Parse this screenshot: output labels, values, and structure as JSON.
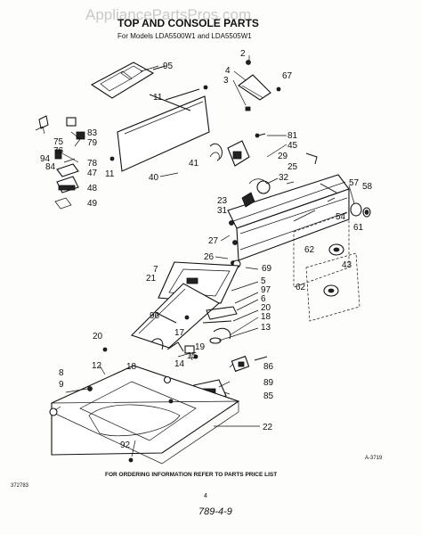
{
  "title": "TOP AND CONSOLE PARTS",
  "subtitle": "For Models LDA5500W1 and LDA5505W1",
  "watermark": "AppliancePartsPros.com",
  "footer_note": "FOR ORDERING INFORMATION REFER TO PARTS PRICE LIST",
  "code_left": "372783",
  "code_right": "A-3719",
  "page_number": "4",
  "handwritten": "789-4-9",
  "labels": {
    "p95": "95",
    "p2": "2",
    "p4": "4",
    "p3": "3",
    "p67": "67",
    "p11a": "11",
    "p11b": "11",
    "p40": "40",
    "p41": "41",
    "p83": "83",
    "p79": "79",
    "p75": "75",
    "p76": "76",
    "p94": "94",
    "p84": "84",
    "p78": "78",
    "p47": "47",
    "p48": "48",
    "p49": "49",
    "p81": "81",
    "p45": "45",
    "p29": "29",
    "p25": "25",
    "p32": "32",
    "p23": "23",
    "p31": "31",
    "p57": "57",
    "p58": "58",
    "p54": "54",
    "p61": "61",
    "p27": "27",
    "p26": "26",
    "p62a": "62",
    "p62b": "62",
    "p43": "43",
    "p69": "69",
    "p5": "5",
    "p7": "7",
    "p21": "21",
    "p97": "97",
    "p6": "6",
    "p96": "96",
    "p20a": "20",
    "p20b": "20",
    "p18a": "18",
    "p18b": "18",
    "p13": "13",
    "p17": "17",
    "p19": "19",
    "p15": "15",
    "p14": "14",
    "p86": "86",
    "p89": "89",
    "p85": "85",
    "p8": "8",
    "p9": "9",
    "p12": "12",
    "p22": "22",
    "p92": "92"
  }
}
